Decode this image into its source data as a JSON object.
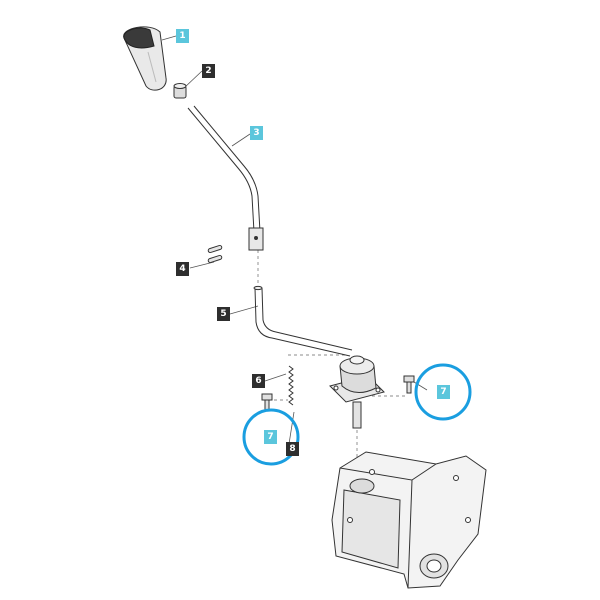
{
  "callouts": [
    {
      "label": "1",
      "style": "light"
    },
    {
      "label": "2",
      "style": "dark"
    },
    {
      "label": "3",
      "style": "light"
    },
    {
      "label": "4",
      "style": "dark"
    },
    {
      "label": "5",
      "style": "dark"
    },
    {
      "label": "6",
      "style": "dark"
    },
    {
      "label": "7",
      "style": "light"
    },
    {
      "label": "7",
      "style": "light"
    },
    {
      "label": "8",
      "style": "dark"
    }
  ],
  "colors": {
    "highlight": "#1a9ee0",
    "light_tag": "#5bc6dc",
    "dark_tag": "#2e2e2e",
    "line": "#333333"
  }
}
